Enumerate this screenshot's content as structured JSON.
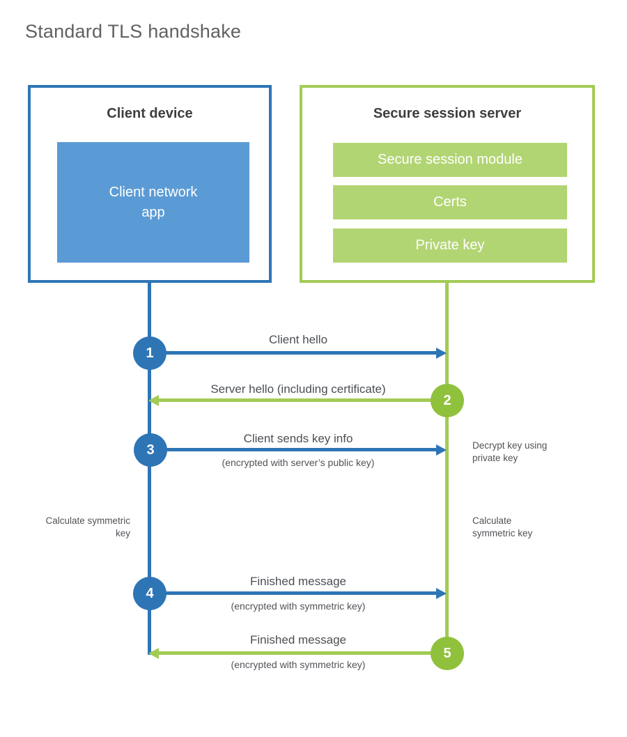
{
  "title": "Standard TLS handshake",
  "colors": {
    "blue": "#2e75b6",
    "blue-fill": "#5b9bd5",
    "green": "#a2cb55",
    "green-fill": "#b2d573",
    "green-circle": "#90c13d"
  },
  "client": {
    "heading": "Client device",
    "app": "Client network app"
  },
  "server": {
    "heading": "Secure session server",
    "modules": [
      "Secure session module",
      "Certs",
      "Private key"
    ]
  },
  "steps": [
    {
      "num": "1",
      "label": "Client hello",
      "sub": ""
    },
    {
      "num": "2",
      "label": "Server hello (including certificate)",
      "sub": ""
    },
    {
      "num": "3",
      "label": "Client sends key info",
      "sub": "(encrypted with server’s public key)"
    },
    {
      "num": "4",
      "label": "Finished message",
      "sub": "(encrypted with symmetric key)"
    },
    {
      "num": "5",
      "label": "Finished message",
      "sub": "(encrypted with symmetric key)"
    }
  ],
  "notes": {
    "decrypt": "Decrypt key using private key",
    "calculate_left": "Calculate symmetric key",
    "calculate_right": "Calculate symmetric key"
  }
}
